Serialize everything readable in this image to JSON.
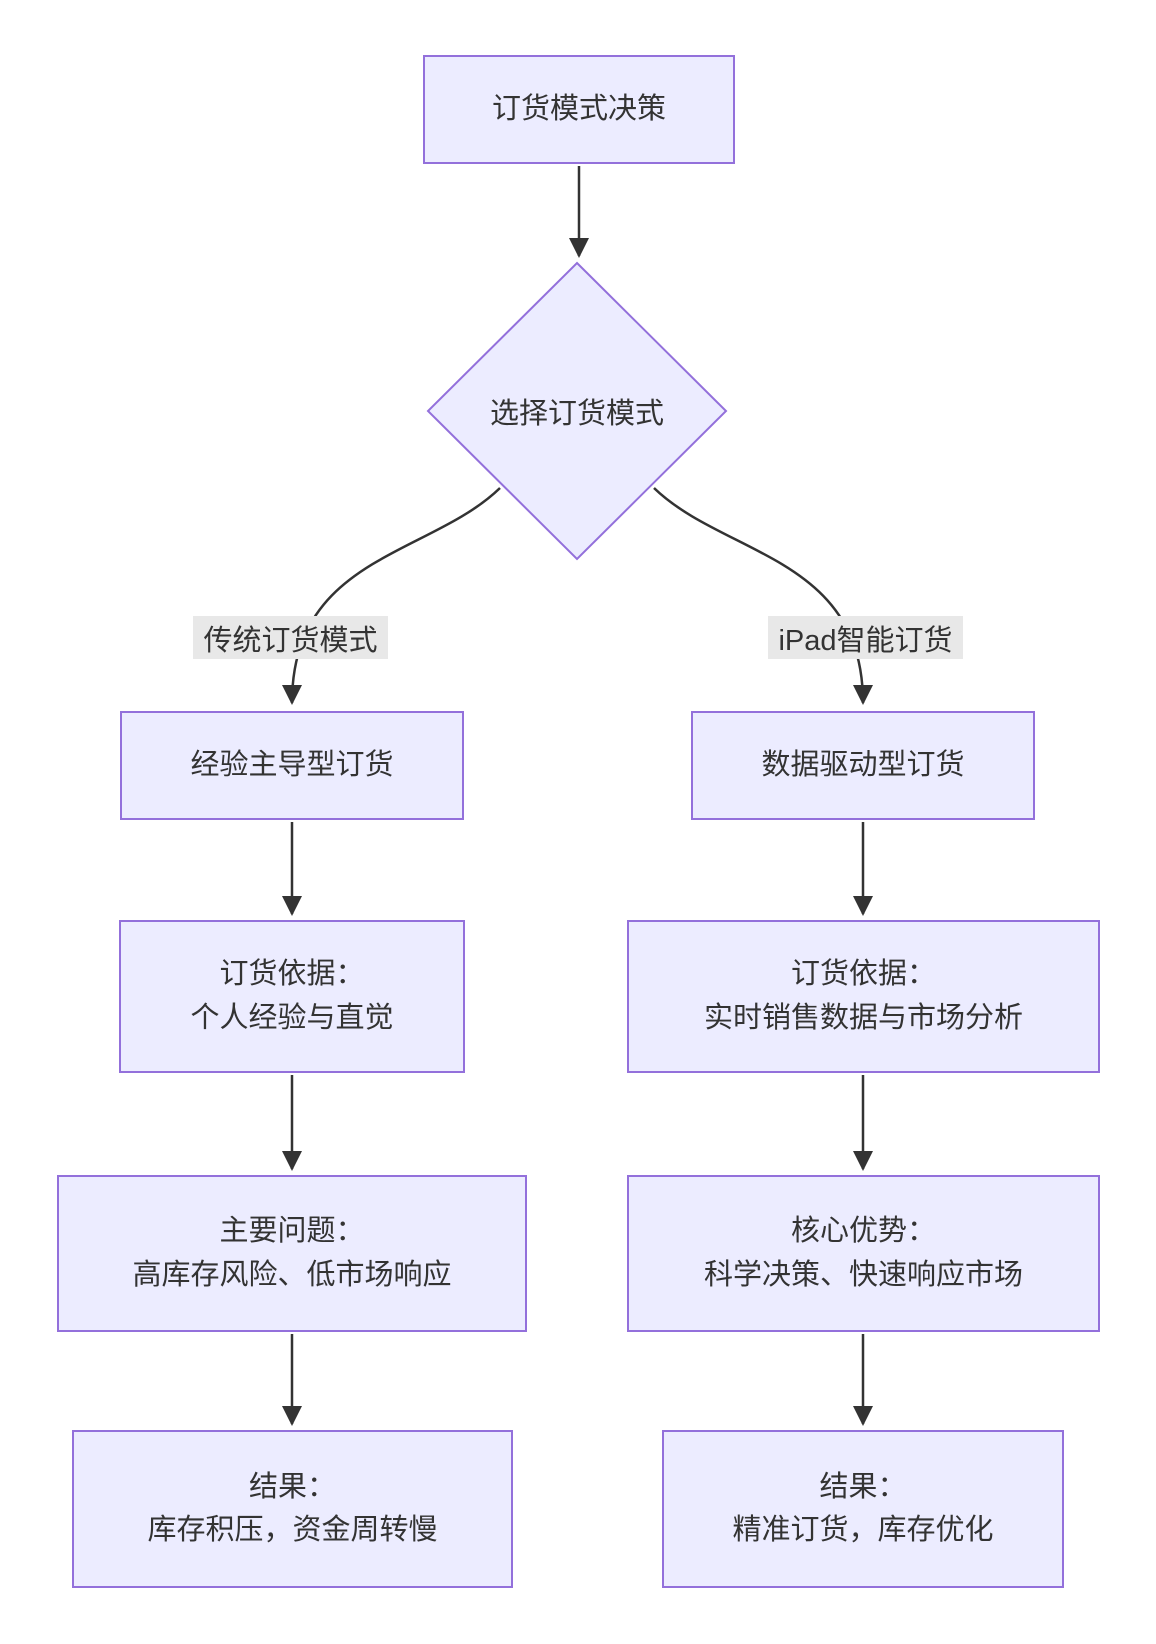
{
  "diagram": {
    "type": "flowchart",
    "direction": "top-down",
    "root": {
      "label": "订货模式决策"
    },
    "decision": {
      "label": "选择订货模式"
    },
    "branches": [
      {
        "edge_label": "传统订货模式",
        "steps": [
          {
            "label": "经验主导型订货"
          },
          {
            "line1": "订货依据：",
            "line2": "个人经验与直觉"
          },
          {
            "line1": "主要问题：",
            "line2": "高库存风险、低市场响应"
          },
          {
            "line1": "结果：",
            "line2": "库存积压，资金周转慢"
          }
        ]
      },
      {
        "edge_label": "iPad智能订货",
        "steps": [
          {
            "label": "数据驱动型订货"
          },
          {
            "line1": "订货依据：",
            "line2": "实时销售数据与市场分析"
          },
          {
            "line1": "核心优势：",
            "line2": "科学决策、快速响应市场"
          },
          {
            "line1": "结果：",
            "line2": "精准订货，库存优化"
          }
        ]
      }
    ],
    "colors": {
      "node_fill": "#ECECFF",
      "node_border": "#9370DB",
      "text": "#333333",
      "edge": "#333333",
      "edge_label_bg": "#E8E8E8",
      "background": "#FFFFFF"
    }
  }
}
